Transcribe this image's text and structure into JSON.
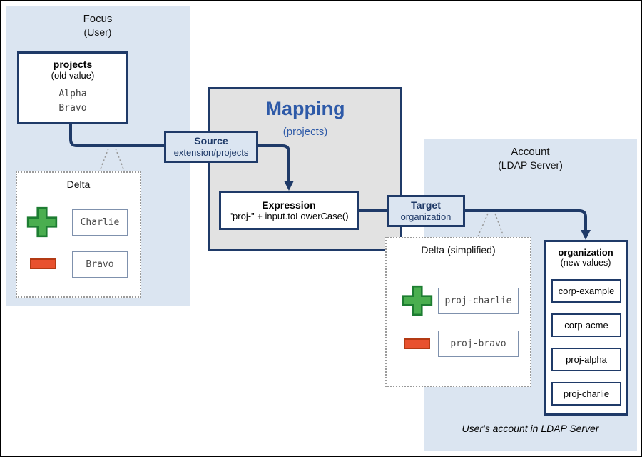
{
  "colors": {
    "navy": "#1f3a68",
    "panel_blue": "#dbe5f1",
    "mapping_gray": "#e2e2e2",
    "accent_blue": "#2e5aa8",
    "green": "#4aae4f",
    "green_dark": "#1d7d32",
    "orange": "#e8512e",
    "orange_dark": "#b33a14"
  },
  "focus_panel": {
    "title": "Focus",
    "subtitle": "(User)",
    "projects_box": {
      "title": "projects",
      "subtitle": "(old value)",
      "values": [
        "Alpha",
        "Bravo"
      ]
    },
    "delta_box": {
      "title": "Delta",
      "added_value": "Charlie",
      "removed_value": "Bravo"
    }
  },
  "source_box": {
    "title": "Source",
    "subtitle": "extension/projects"
  },
  "mapping_panel": {
    "title": "Mapping",
    "subtitle": "(projects)",
    "expression_box": {
      "title": "Expression",
      "code": "\"proj-\" + input.toLowerCase()"
    }
  },
  "target_box": {
    "title": "Target",
    "subtitle": "organization"
  },
  "delta_simplified_box": {
    "title": "Delta (simplified)",
    "added_value": "proj-charlie",
    "removed_value": "proj-bravo"
  },
  "account_panel": {
    "title": "Account",
    "subtitle": "(LDAP Server)",
    "organization_box": {
      "title": "organization",
      "subtitle": "(new values)",
      "values": [
        "corp-example",
        "corp-acme",
        "proj-alpha",
        "proj-charlie"
      ]
    },
    "caption": "User's account in LDAP Server"
  }
}
